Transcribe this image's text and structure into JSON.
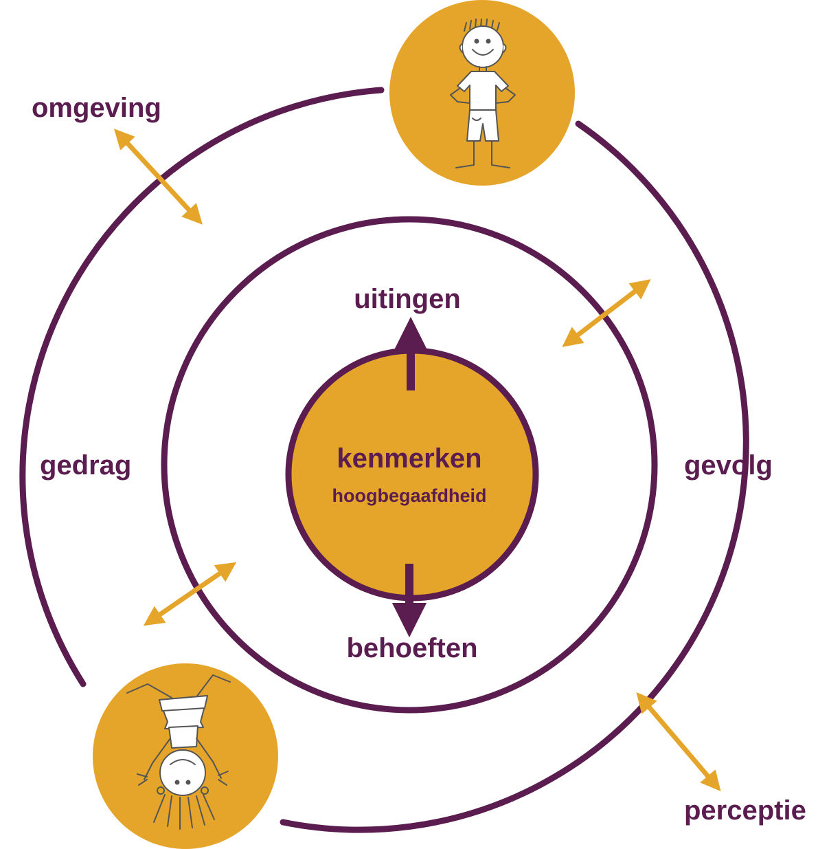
{
  "center": {
    "title": "kenmerken",
    "subtitle": "hoogbegaafdheid"
  },
  "labels": {
    "top": "uitingen",
    "bottom": "behoeften",
    "left": "gedrag",
    "right": "gevolg",
    "top_left": "omgeving",
    "bottom_right": "perceptie"
  },
  "colors": {
    "purple": "#5b1d4f",
    "orange": "#e5a52a",
    "figure_line": "#555555"
  },
  "icons": {
    "top_figure": "standing-boy-icon",
    "bottom_figure": "upside-down-girl-icon"
  }
}
